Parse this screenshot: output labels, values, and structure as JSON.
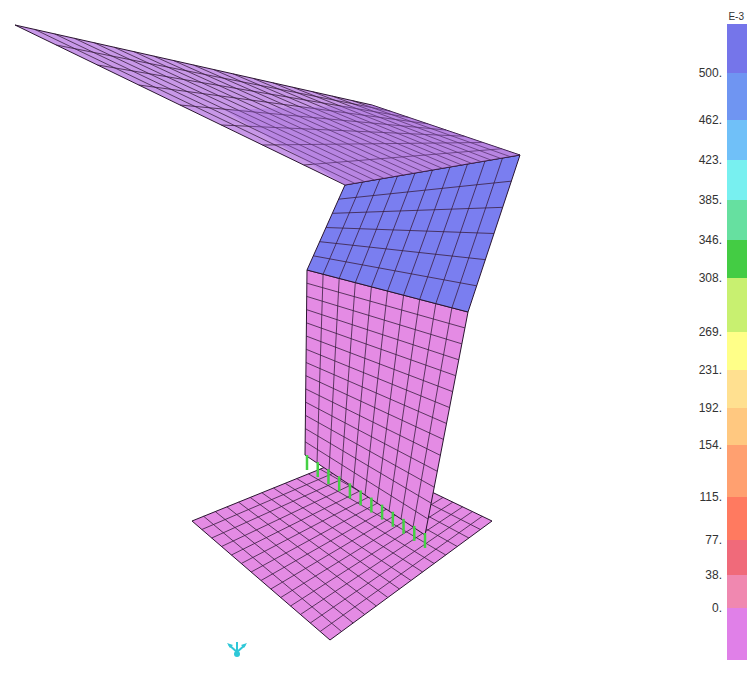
{
  "diagram": {
    "labels": [
      "E-3"
    ],
    "legend": [
      {
        "text": "500.",
        "color": "#6f95f2"
      },
      {
        "text": "462.",
        "color": "#70c0f8"
      },
      {
        "text": "423.",
        "color": "#78f0f0"
      },
      {
        "text": "385.",
        "color": "#66e0a0"
      },
      {
        "text": "346.",
        "color": "#44cc44"
      },
      {
        "text": "308.",
        "color": "#c8f070"
      },
      {
        "text": "269.",
        "color": "#ffff88"
      },
      {
        "text": "231.",
        "color": "#ffe090"
      },
      {
        "text": "192.",
        "color": "#ffc880"
      },
      {
        "text": "154.",
        "color": "#ffa070"
      },
      {
        "text": "115.",
        "color": "#ff7a60"
      },
      {
        "text": "77.",
        "color": "#f06a7a"
      },
      {
        "text": "38.",
        "color": "#f088b0"
      },
      {
        "text": "0.",
        "color": "#e080e8"
      }
    ]
  }
}
